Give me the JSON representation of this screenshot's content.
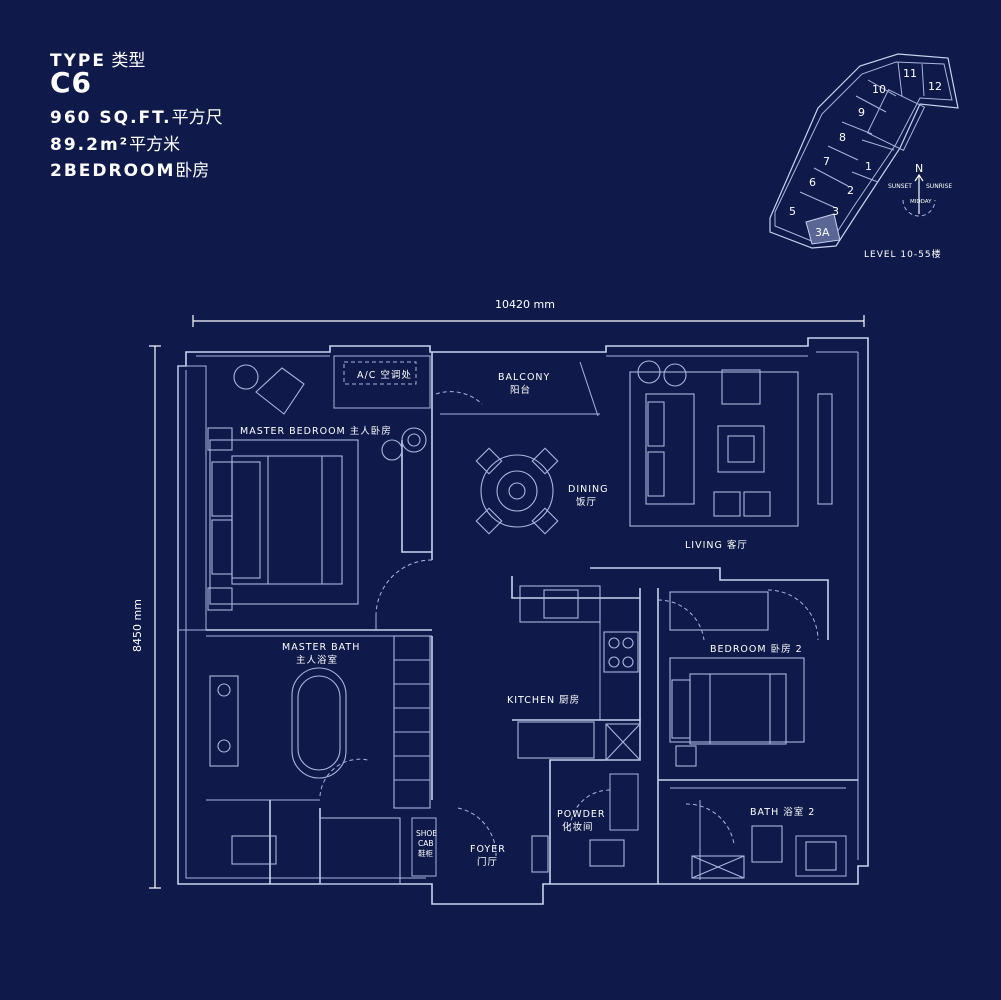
{
  "header": {
    "type_label": "TYPE",
    "type_label_zh": "类型",
    "unit_code": "C6",
    "area_sqft": "960 SQ.FT.",
    "area_sqft_zh": "平方尺",
    "area_sqm": "89.2m²",
    "area_sqm_zh": "平方米",
    "bedrooms": "2BEDROOM",
    "bedrooms_zh": "卧房"
  },
  "key_plan": {
    "units": [
      "11",
      "12",
      "10",
      "9",
      "8",
      "1",
      "7",
      "2",
      "6",
      "3",
      "5",
      "3A"
    ],
    "highlighted_unit": "3A",
    "compass_north": "N",
    "sunset_label": "SUNSET",
    "sunrise_label": "SUNRISE",
    "midday_label": "MIDDAY",
    "level_label": "LEVEL 10-55楼"
  },
  "dimensions": {
    "width": "10420 mm",
    "height": "8450 mm"
  },
  "rooms": {
    "ac": "A/C 空调处",
    "balcony": "BALCONY",
    "balcony_zh": "阳台",
    "master_bedroom": "MASTER BEDROOM 主人卧房",
    "dining": "DINING",
    "dining_zh": "饭厅",
    "living": "LIVING 客厅",
    "master_bath": "MASTER BATH",
    "master_bath_zh": "主人浴室",
    "bedroom2": "BEDROOM 卧房 2",
    "kitchen": "KITCHEN 厨房",
    "powder": "POWDER",
    "powder_zh": "化妆间",
    "bath2": "BATH 浴室 2",
    "shoe_cab_1": "SHOE",
    "shoe_cab_2": "CAB",
    "shoe_cab_zh": "鞋柜",
    "foyer": "FOYER",
    "foyer_zh": "门厅"
  }
}
